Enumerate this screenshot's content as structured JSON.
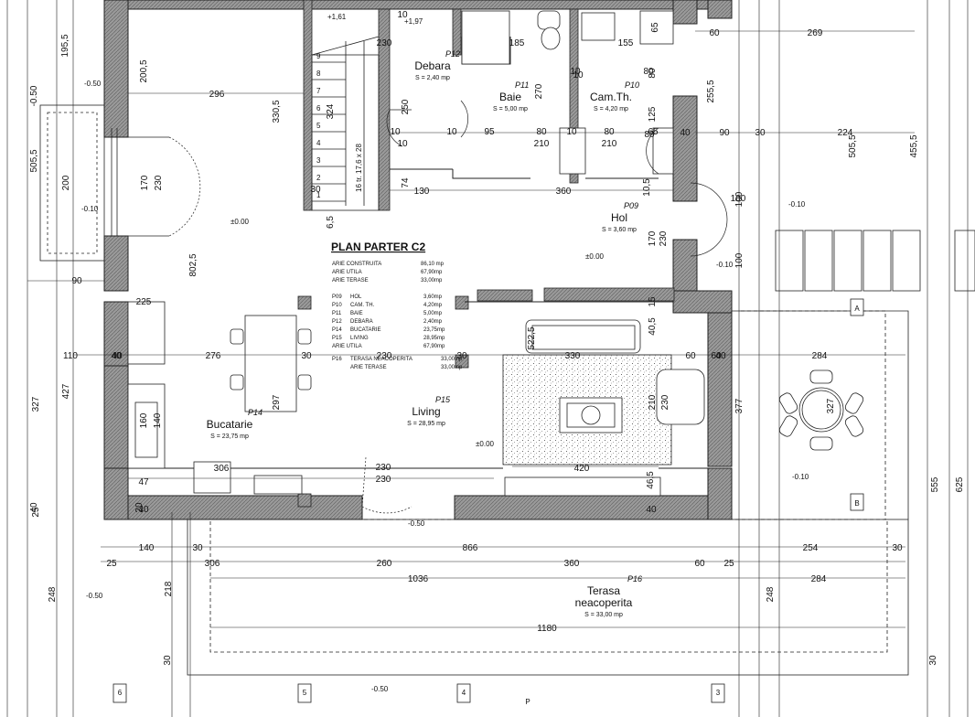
{
  "plan_title": "PLAN PARTER C2",
  "summary": [
    {
      "label": "ARIE CONSTRUITA",
      "value": "86,10 mp"
    },
    {
      "label": "ARIE UTILA",
      "value": "67,90mp"
    },
    {
      "label": "ARIE TERASE",
      "value": "33,00mp"
    }
  ],
  "room_table": [
    {
      "code": "P09",
      "name": "HOL",
      "value": "3,60mp"
    },
    {
      "code": "P10",
      "name": "CAM. TH.",
      "value": "4,20mp"
    },
    {
      "code": "P11",
      "name": "BAIE",
      "value": "5,00mp"
    },
    {
      "code": "P12",
      "name": "DEBARA",
      "value": "2,40mp"
    },
    {
      "code": "P14",
      "name": "BUCATARIE",
      "value": "23,75mp"
    },
    {
      "code": "P15",
      "name": "LIVING",
      "value": "28,95mp"
    }
  ],
  "table_total": {
    "label": "ARIE UTILA",
    "value": "67,90mp"
  },
  "terrace_rows": [
    {
      "code": "P16",
      "name": "TERASA NEACOPERITA",
      "value": "33,00mp"
    },
    {
      "code": "",
      "name": "ARIE TERASE",
      "value": "33,00mp"
    }
  ],
  "rooms": [
    {
      "code": "P12",
      "name": "Debara",
      "area": "S = 2,40 mp"
    },
    {
      "code": "P11",
      "name": "Baie",
      "area": "S = 5,00 mp"
    },
    {
      "code": "P10",
      "name": "Cam.Th.",
      "area": "S = 4,20 mp"
    },
    {
      "code": "P09",
      "name": "Hol",
      "area": "S = 3,60 mp"
    },
    {
      "code": "P14",
      "name": "Bucatarie",
      "area": "S = 23,75 mp"
    },
    {
      "code": "P15",
      "name": "Living",
      "area": "S = 28,95 mp"
    },
    {
      "code": "P16",
      "name": "Terasa",
      "name2": "neacoperita",
      "area": "S = 33,00 mp"
    }
  ],
  "levels": [
    "+1,61",
    "+1,97",
    "±0.00",
    "-0.50",
    "-0.10",
    "±0.00",
    "±0.00",
    "±0.00",
    "±0.00",
    "±0.00",
    "-0.10",
    "-0.50",
    "-0.10",
    "-0.10",
    "-0.50",
    "-0.50"
  ],
  "stair_label": "16 tr. 17,6 x 28",
  "stair_steps": [
    "1",
    "2",
    "3",
    "4",
    "5",
    "6",
    "7",
    "8",
    "9"
  ],
  "section_marks": [
    "A",
    "B",
    "6",
    "5",
    "4",
    "3",
    "P"
  ],
  "dims_h": [
    "296",
    "185",
    "155",
    "60",
    "269",
    "230",
    "10",
    "10",
    "80",
    "10",
    "95",
    "80",
    "210",
    "10",
    "80",
    "210",
    "65",
    "40",
    "90",
    "30",
    "224",
    "130",
    "360",
    "80",
    "30",
    "90",
    "110",
    "40",
    "276",
    "30",
    "230",
    "30",
    "330",
    "60",
    "40",
    "284",
    "230",
    "230",
    "420",
    "306",
    "140",
    "30",
    "866",
    "254",
    "30",
    "25",
    "306",
    "260",
    "360",
    "60",
    "25",
    "1036",
    "284",
    "1180",
    "40",
    "225",
    "47",
    "40",
    "40",
    "60",
    "10",
    "100",
    "10",
    "10"
  ],
  "dims_v": [
    "195,5",
    "200,5",
    "330,5",
    "-0.50",
    "505,5",
    "200",
    "170",
    "230",
    "802,5",
    "427",
    "327",
    "25",
    "248",
    "218",
    "30",
    "270",
    "80",
    "125",
    "255,5",
    "505,5",
    "455,5",
    "100",
    "100",
    "10,5",
    "170",
    "230",
    "522,5",
    "40,5",
    "15",
    "210",
    "230",
    "377",
    "327",
    "46,5",
    "555",
    "625",
    "248",
    "30",
    "74",
    "6,5",
    "250",
    "324",
    "65",
    "297",
    "160",
    "140",
    "20",
    "40"
  ]
}
